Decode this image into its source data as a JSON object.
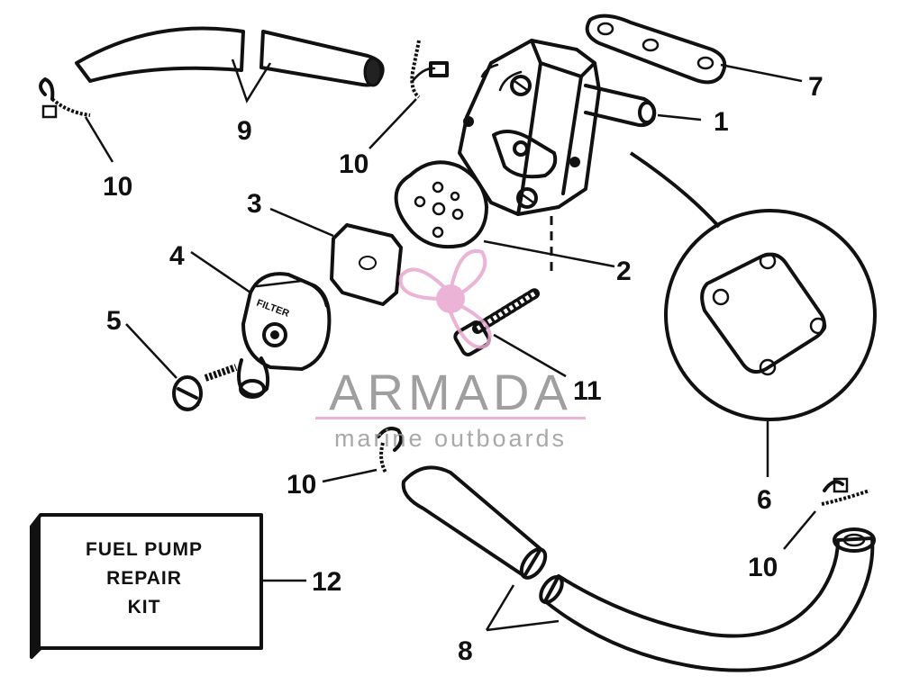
{
  "callouts": {
    "c1": "1",
    "c2": "2",
    "c3": "3",
    "c4": "4",
    "c5": "5",
    "c6": "6",
    "c7": "7",
    "c8": "8",
    "c9": "9",
    "c10a": "10",
    "c10b": "10",
    "c10c": "10",
    "c10d": "10",
    "c11": "11",
    "c12": "12"
  },
  "kit": {
    "line1": "FUEL PUMP",
    "line2": "REPAIR",
    "line3": "KIT"
  },
  "filter_label": "FILTER",
  "watermark": {
    "brand": "ARMADA",
    "tagline": "marine outboards",
    "color": "#e8a6d0"
  }
}
